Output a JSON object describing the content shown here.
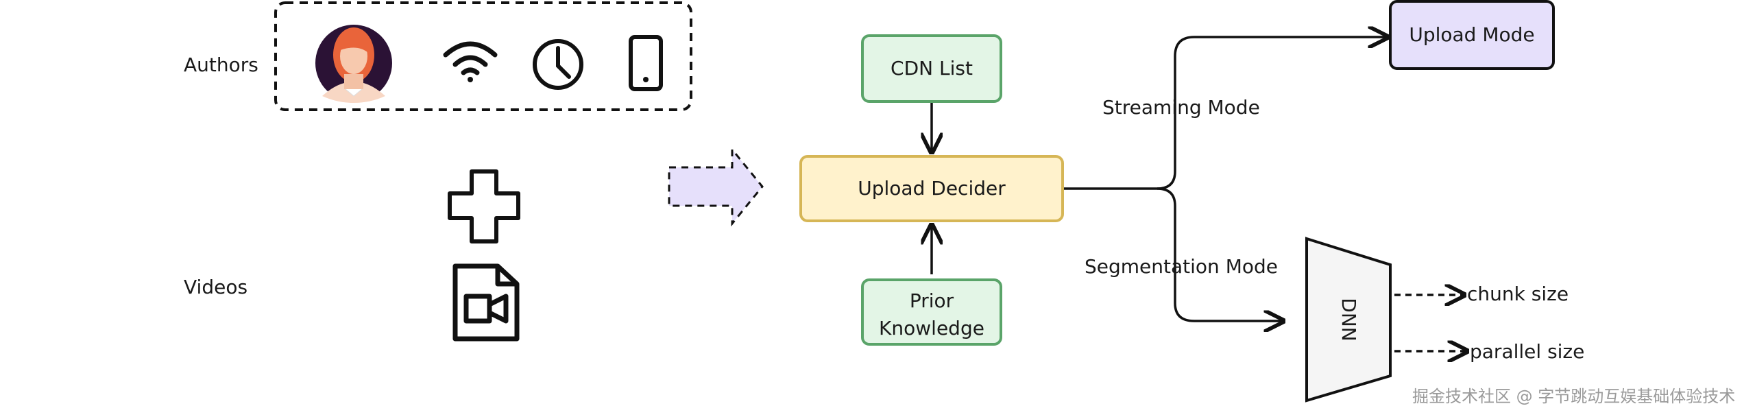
{
  "labels": {
    "authors": "Authors",
    "videos": "Videos",
    "streaming_mode": "Streaming Mode",
    "segmentation_mode": "Segmentation Mode",
    "chunk_size": "chunk size",
    "parallel_size": "parallel size"
  },
  "boxes": {
    "cdn_list": "CDN List",
    "upload_decider": "Upload Decider",
    "prior_line1": "Prior",
    "prior_line2": "Knowledge",
    "upload_mode": "Upload Mode",
    "dnn": "DNN"
  },
  "watermark": "掘金技术社区 @ 字节跳动互娱基础体验技术",
  "icons": [
    "avatar-icon",
    "wifi-icon",
    "clock-icon",
    "phone-icon",
    "plus-icon",
    "video-file-icon",
    "dashed-arrow-icon"
  ],
  "colors": {
    "green_fill": "#e3f5e6",
    "green_stroke": "#5aa469",
    "yellow_fill": "#fff2cc",
    "yellow_stroke": "#d6b656",
    "purple_fill": "#e6e0fb",
    "purple_stroke": "#111111",
    "dnn_fill": "#f5f5f5"
  }
}
